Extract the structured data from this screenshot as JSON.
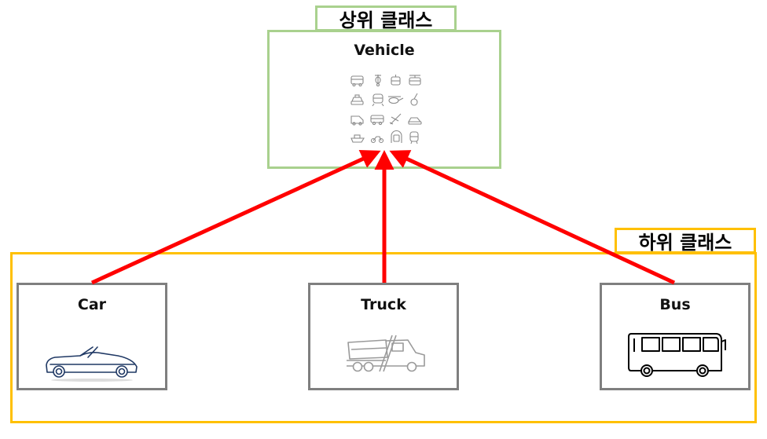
{
  "superclass": {
    "label": "상위 클래스",
    "box_title": "Vehicle",
    "icons": [
      "bus-icon",
      "scooter-icon",
      "tram-icon",
      "cable-car-icon",
      "taxi-icon",
      "train-icon",
      "helicopter-icon",
      "unicycle-icon",
      "van-icon",
      "minibus-icon",
      "airplane-icon",
      "car-icon",
      "ship-icon",
      "motorcycle-icon",
      "tunnel-train-icon",
      "subway-icon"
    ]
  },
  "subclass": {
    "label": "하위 클래스",
    "items": [
      {
        "title": "Car",
        "icon": "convertible-car-icon"
      },
      {
        "title": "Truck",
        "icon": "dump-truck-icon"
      },
      {
        "title": "Bus",
        "icon": "bus-icon"
      }
    ]
  },
  "colors": {
    "superclass_border": "#a9d18e",
    "subclass_border": "#ffc000",
    "box_border": "#7f7f7f",
    "arrow": "#ff0000"
  }
}
